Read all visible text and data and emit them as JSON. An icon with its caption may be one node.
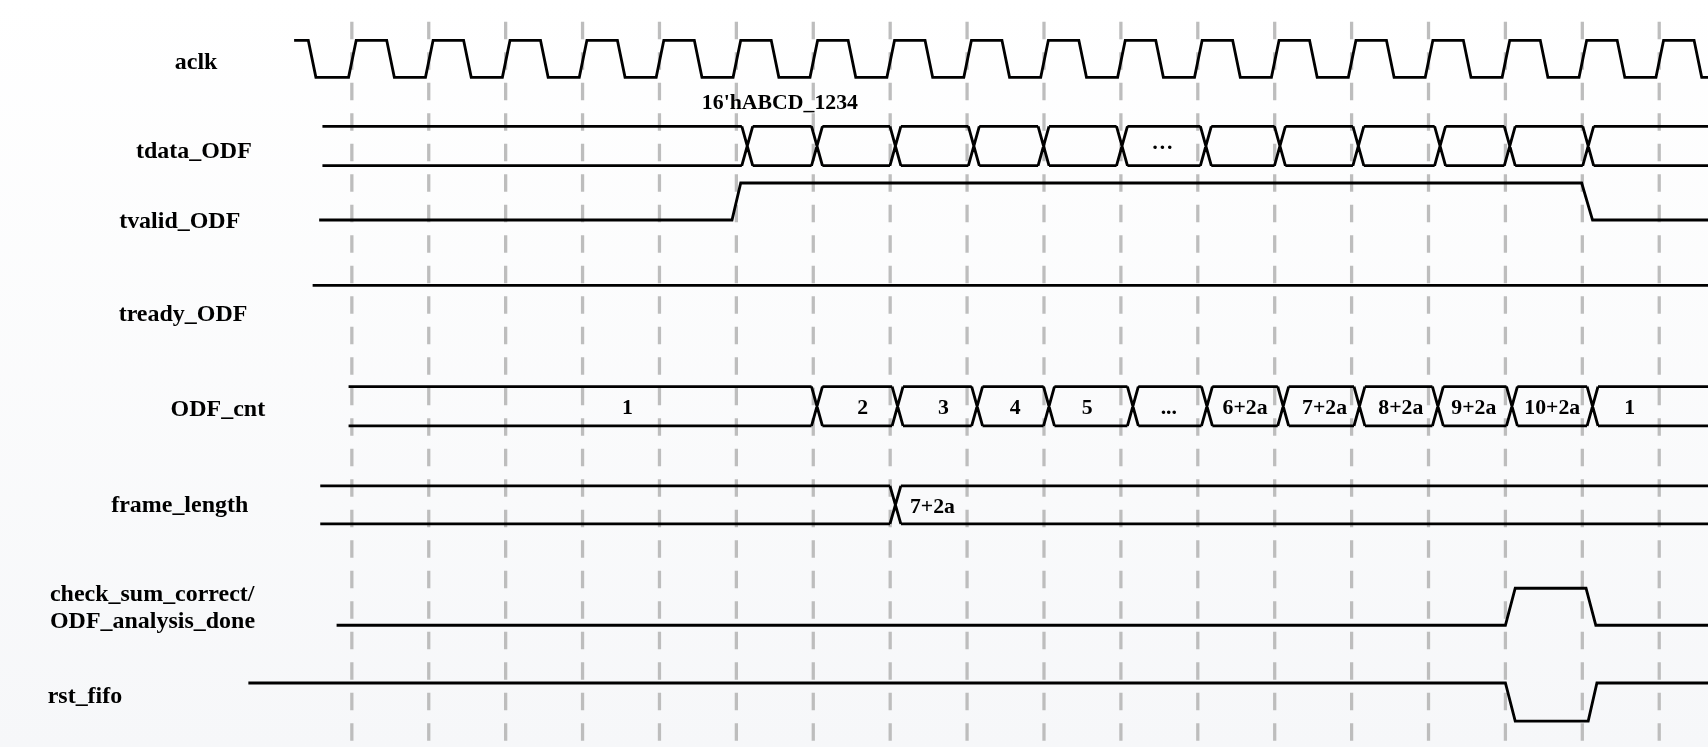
{
  "diagram": {
    "labels": [
      "aclk",
      "16'hABCD_1234",
      "tdata_ODF",
      "…",
      "tvalid_ODF",
      "tready_ODF",
      "ODF_cnt",
      "1",
      "2",
      "3",
      "4",
      "5",
      "...",
      "6+2a",
      "7+2a",
      "8+2a",
      "9+2a",
      "10+2a",
      "1",
      "frame_length",
      "7+2a",
      "check_sum_correct/ ODF_analysis_done",
      "rst_fifo"
    ]
  }
}
